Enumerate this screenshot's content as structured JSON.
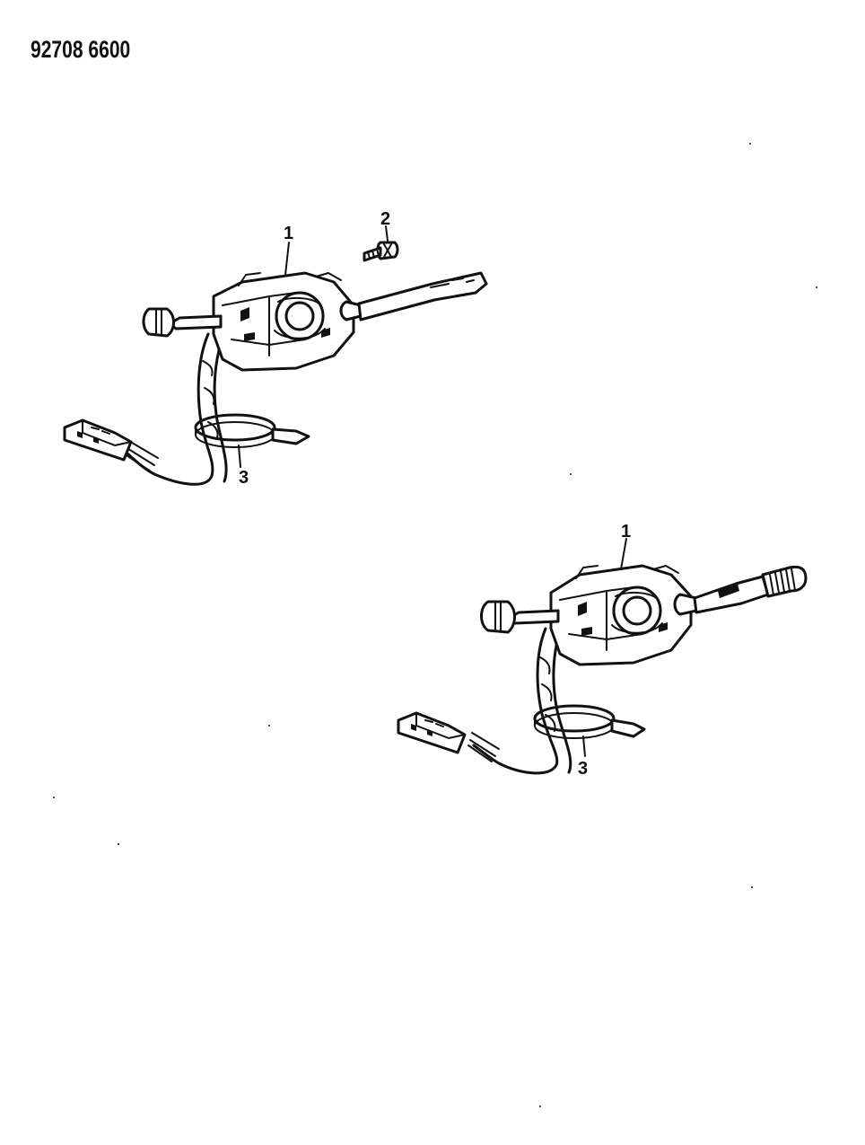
{
  "document": {
    "id": "92708 6600"
  },
  "callouts": {
    "a1": "1",
    "a2": "2",
    "a3": "3",
    "b1": "1",
    "b3": "3"
  },
  "colors": {
    "ink": "#111111",
    "paper": "#ffffff"
  }
}
